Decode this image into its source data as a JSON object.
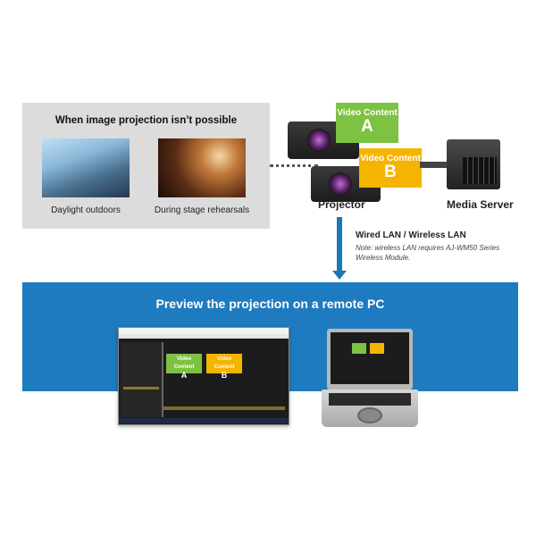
{
  "left_panel": {
    "title": "When image projection isn’t possible",
    "items": [
      {
        "label": "Daylight outdoors"
      },
      {
        "label": "During stage rehearsals"
      }
    ]
  },
  "projection": {
    "content_a": {
      "title": "Video Content",
      "letter": "A",
      "color": "#7dc242"
    },
    "content_b": {
      "title": "Video Content",
      "letter": "B",
      "color": "#f5b400"
    },
    "projector_label": "Projector",
    "server_label": "Media Server"
  },
  "connection": {
    "title": "Wired LAN / Wireless LAN",
    "note": "Note: wireless LAN requires AJ-WM50 Series Wireless Module."
  },
  "preview": {
    "title": "Preview the projection on a remote PC",
    "accent": "#1e7bbf"
  }
}
